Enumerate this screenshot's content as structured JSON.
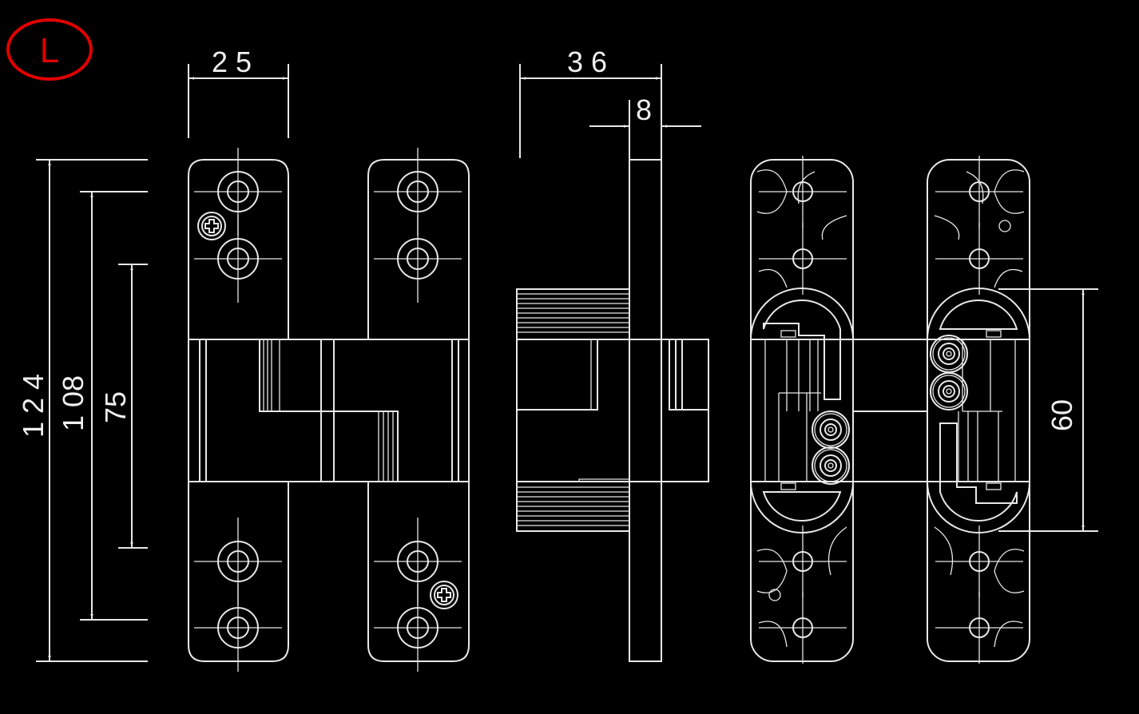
{
  "label": {
    "text": "L",
    "color": "#e00000"
  },
  "dimensions": {
    "width_leaf": "2 5",
    "depth_total": "3 6",
    "plate_thickness": "8",
    "height_total": "1 2 4",
    "hole_spacing_outer": "1 08",
    "hole_spacing_inner": "75",
    "body_height": "60"
  },
  "colors": {
    "line": "#e8e8e8",
    "background": "#000000"
  }
}
